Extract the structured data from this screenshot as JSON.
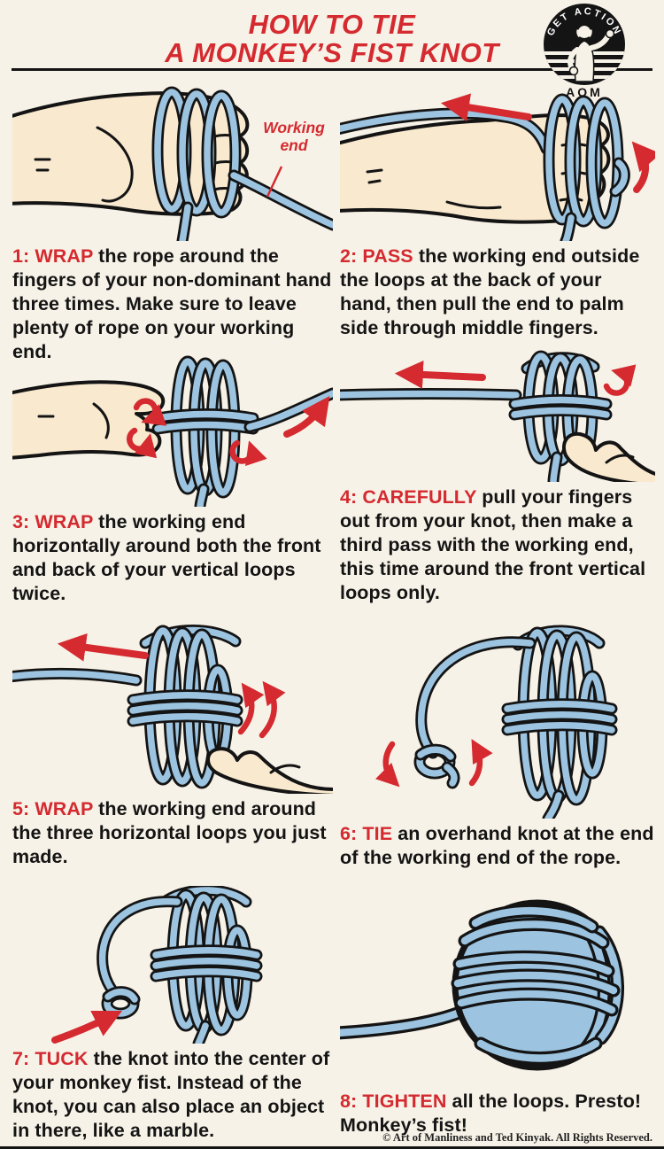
{
  "colors": {
    "background": "#f7f2e7",
    "accent_red": "#d42a30",
    "rope_blue": "#9cc4e0",
    "rope_outline": "#141414",
    "skin": "#f9e9cf",
    "text": "#141414"
  },
  "header": {
    "title_line1": "HOW TO TIE",
    "title_line2": "A MONKEY’S FIST KNOT",
    "logo": {
      "icon": "aom-strongman-badge",
      "arc_text": "GET ACTION",
      "wordmark": "AOM"
    }
  },
  "steps": [
    {
      "num": 1,
      "lead": "1: WRAP",
      "text": "the rope around the fingers of your non-dominant hand three times. Make sure to leave plenty of rope on your working end.",
      "annotation": "Working end",
      "illustration": "palm-side hand with rope wrapped three times around fingers, working end trailing right"
    },
    {
      "num": 2,
      "lead": "2: PASS",
      "text": "the working end outside the loops at the back of your hand, then pull the end to palm side through middle fingers.",
      "illustration": "back of hand with rope loops, red arrow pulling left and curved red arrow at fingers"
    },
    {
      "num": 3,
      "lead": "3: WRAP",
      "text": "the working end horizontally around both the front and back of your vertical loops twice.",
      "illustration": "hand holding vertical loops while working end wraps horizontally, red rotation arrows"
    },
    {
      "num": 4,
      "lead": "4: CAREFULLY",
      "text": "pull your fingers out from your knot, then make a third pass with the working end, this time around the front vertical loops only.",
      "illustration": "loop bundle pinched by fingers from below, red arrow left and red curl at top"
    },
    {
      "num": 5,
      "lead": "5: WRAP",
      "text": "the working end around the three horizontal loops you just made.",
      "illustration": "loop bundle with horizontal wraps, red arrow left and double curved red arrows"
    },
    {
      "num": 6,
      "lead": "6: TIE",
      "text": "an overhand knot at the end of the working end of the rope.",
      "illustration": "loop bundle with dangling working end tied in a small overhand knot, two curved red arrows"
    },
    {
      "num": 7,
      "lead": "7: TUCK",
      "text": "the knot into the center of your monkey fist. Instead of the knot, you can also place an object in there, like a marble.",
      "illustration": "loop bundle with the small knot tucked near its center, red arrow pointing to it"
    },
    {
      "num": 8,
      "lead": "8: TIGHTEN",
      "text": "all the loops. Presto! Monkey’s fist!",
      "illustration": "finished monkey's fist ball with rope trailing left"
    }
  ],
  "footer": {
    "copyright": "© Art of Manliness and Ted Kinyak. All Rights Reserved."
  }
}
